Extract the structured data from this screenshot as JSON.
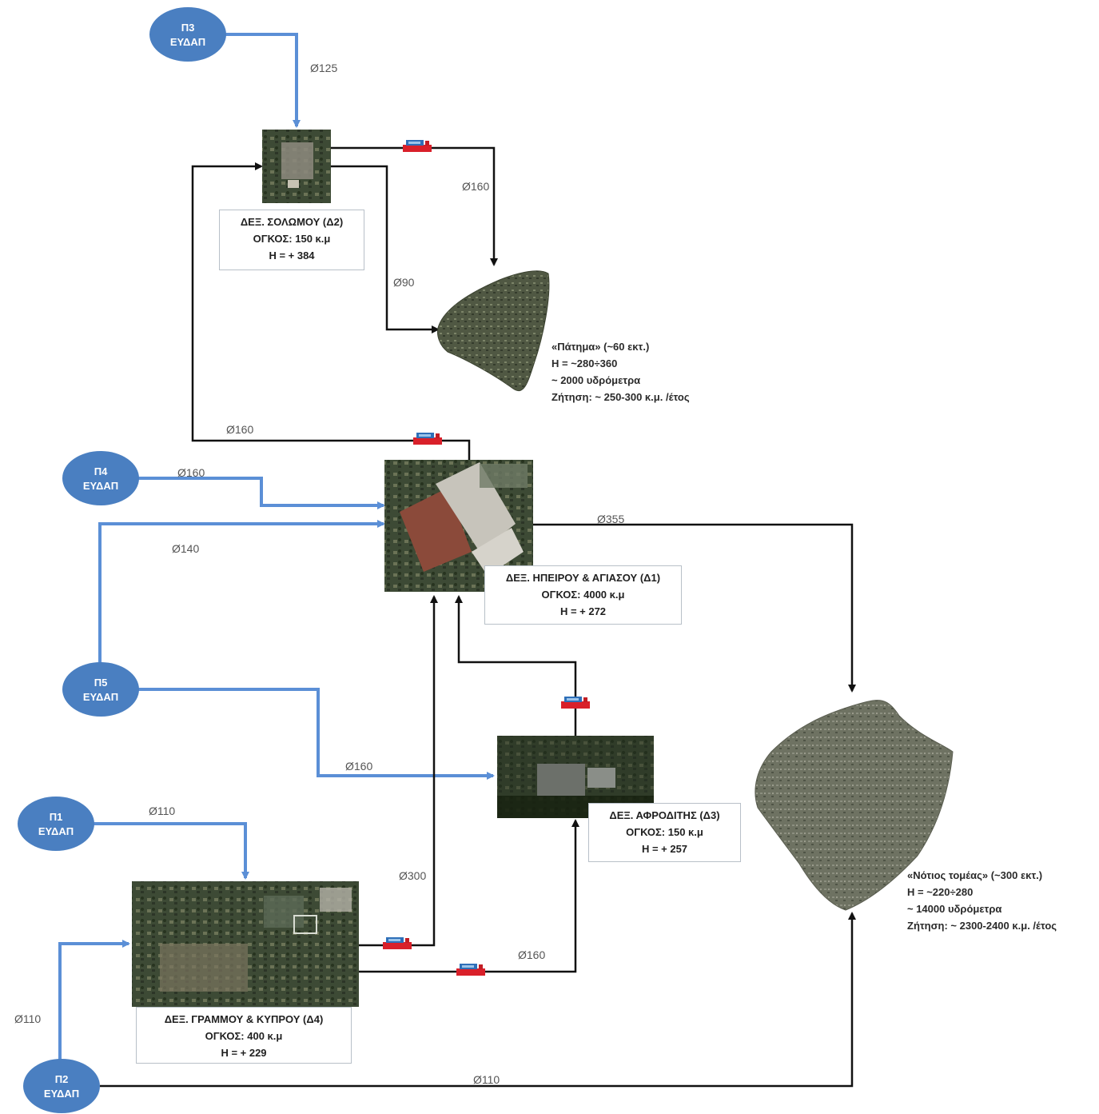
{
  "sources": [
    {
      "id": "p3",
      "label1": "Π3",
      "label2": "ΕΥΔΑΠ"
    },
    {
      "id": "p4",
      "label1": "Π4",
      "label2": "ΕΥΔΑΠ"
    },
    {
      "id": "p5",
      "label1": "Π5",
      "label2": "ΕΥΔΑΠ"
    },
    {
      "id": "p1",
      "label1": "Π1",
      "label2": "ΕΥΔΑΠ"
    },
    {
      "id": "p2",
      "label1": "Π2",
      "label2": "ΕΥΔΑΠ"
    }
  ],
  "tanks": {
    "d2": {
      "name": "ΔΕΞ. ΣΟΛΩΜΟΥ (Δ2)",
      "volume": "ΟΓΚΟΣ: 150 κ.μ",
      "elevation": "Η = + 384"
    },
    "d1": {
      "name": "ΔΕΞ. ΗΠΕΙΡΟΥ & ΑΓΙΑΣΟΥ (Δ1)",
      "volume": "ΟΓΚΟΣ: 4000 κ.μ",
      "elevation": "Η = + 272"
    },
    "d3": {
      "name": "ΔΕΞ. ΑΦΡΟΔΙΤΗΣ (Δ3)",
      "volume": "ΟΓΚΟΣ: 150 κ.μ",
      "elevation": "Η = + 257"
    },
    "d4": {
      "name": "ΔΕΞ. ΓΡΑΜΜΟΥ & ΚΥΠΡΟΥ (Δ4)",
      "volume": "ΟΓΚΟΣ: 400 κ.μ",
      "elevation": "Η = + 229"
    }
  },
  "zones": {
    "patima": {
      "line1": "«Πάτημα»  (~60 εκτ.)",
      "line2": "Η = ~280÷360",
      "line3": "~ 2000 υδρόμετρα",
      "line4": "Ζήτηση:  ~ 250-300 κ.μ. /έτος"
    },
    "notios": {
      "line1": "«Νότιος τομέας» (~300 εκτ.)",
      "line2": "Η = ~220÷280",
      "line3": "~ 14000 υδρόμετρα",
      "line4": "Ζήτηση:  ~ 2300-2400 κ.μ. /έτος"
    }
  },
  "pipes": {
    "p3_d2": "Ø125",
    "d2_patima_top": "Ø160",
    "d2_patima_low": "Ø90",
    "d1_d2": "Ø160",
    "p4_d1": "Ø160",
    "p5_d1": "Ø140",
    "d1_notios": "Ø355",
    "p5_d3": "Ø160",
    "p1_d4": "Ø110",
    "d4_d1": "Ø300",
    "d4_d3": "Ø160",
    "p2_d4": "Ø110",
    "p2_notios": "Ø110"
  },
  "colors": {
    "source_fill": "#4a7fc1",
    "supply_line": "#5b8fd6",
    "transfer_line": "#111111",
    "pump_red": "#d9202a"
  }
}
